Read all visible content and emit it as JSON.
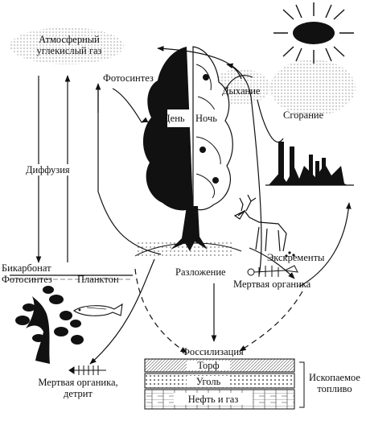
{
  "labels": {
    "atmosphere_line1": "Атмосферный",
    "atmosphere_line2": "углекислый газ",
    "photosynthesis_land": "Фотосинтез",
    "day": "День",
    "night": "Ночь",
    "respiration": "Дыхание",
    "combustion": "Сгорание",
    "diffusion": "Диффузия",
    "excrements": "Экскременты",
    "bicarbonate": "Бикарбонат",
    "photosynthesis_water": "Фотосинтез",
    "plankton": "Планктон",
    "decomposition": "Разложение",
    "dead_organics_land": "Мертвая органика",
    "dead_organics_water_line1": "Мертвая органика,",
    "dead_organics_water_line2": "детрит",
    "fossilization": "Фоссилизация",
    "peat": "Торф",
    "coal": "Уголь",
    "oil_gas": "Нефть и газ",
    "fossil_fuel_line1": "Ископаемое",
    "fossil_fuel_line2": "топливо"
  },
  "icons": [
    "sun-icon",
    "tree-icon",
    "deer-icon",
    "factory-icon",
    "fish-icon",
    "seaweed-icon",
    "skeleton-icon"
  ]
}
